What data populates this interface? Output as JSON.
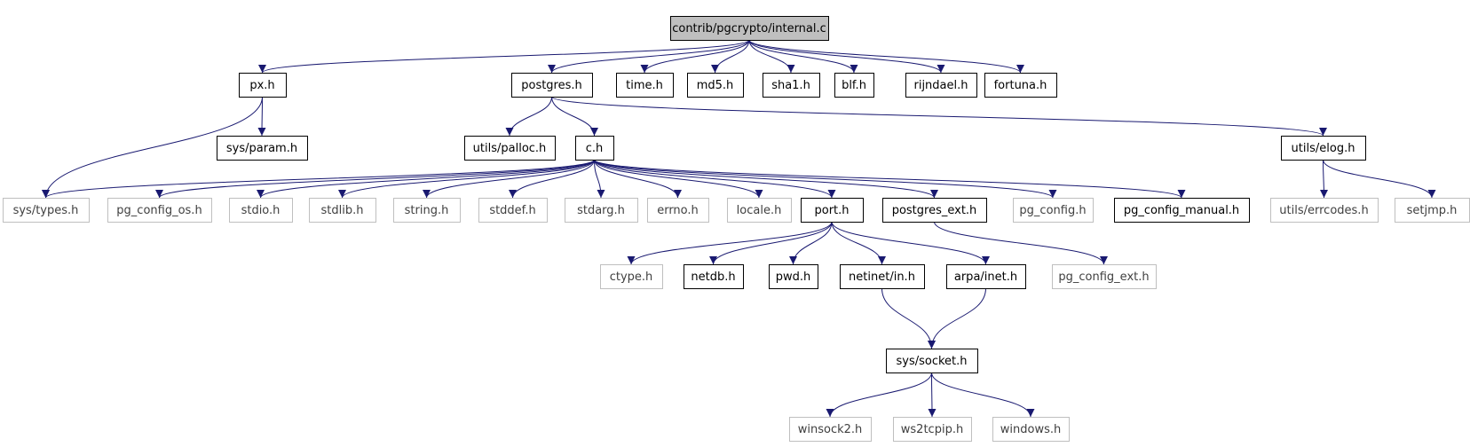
{
  "nodes": [
    {
      "id": "internal",
      "label": "contrib/pgcrypto/internal.c",
      "style": "root"
    },
    {
      "id": "px",
      "label": "px.h",
      "style": "found"
    },
    {
      "id": "postgres",
      "label": "postgres.h",
      "style": "found"
    },
    {
      "id": "time",
      "label": "time.h",
      "style": "found"
    },
    {
      "id": "md5",
      "label": "md5.h",
      "style": "found"
    },
    {
      "id": "sha1",
      "label": "sha1.h",
      "style": "found"
    },
    {
      "id": "blf",
      "label": "blf.h",
      "style": "found"
    },
    {
      "id": "rijndael",
      "label": "rijndael.h",
      "style": "found"
    },
    {
      "id": "fortuna",
      "label": "fortuna.h",
      "style": "found"
    },
    {
      "id": "sysparam",
      "label": "sys/param.h",
      "style": "found"
    },
    {
      "id": "palloc",
      "label": "utils/palloc.h",
      "style": "found"
    },
    {
      "id": "ch",
      "label": "c.h",
      "style": "found"
    },
    {
      "id": "elog",
      "label": "utils/elog.h",
      "style": "found"
    },
    {
      "id": "systypes",
      "label": "sys/types.h",
      "style": "missing"
    },
    {
      "id": "pgconfigos",
      "label": "pg_config_os.h",
      "style": "missing"
    },
    {
      "id": "stdio",
      "label": "stdio.h",
      "style": "missing"
    },
    {
      "id": "stdlib",
      "label": "stdlib.h",
      "style": "missing"
    },
    {
      "id": "string",
      "label": "string.h",
      "style": "missing"
    },
    {
      "id": "stddef",
      "label": "stddef.h",
      "style": "missing"
    },
    {
      "id": "stdarg",
      "label": "stdarg.h",
      "style": "missing"
    },
    {
      "id": "errno",
      "label": "errno.h",
      "style": "missing"
    },
    {
      "id": "locale",
      "label": "locale.h",
      "style": "missing"
    },
    {
      "id": "port",
      "label": "port.h",
      "style": "found"
    },
    {
      "id": "postgresext",
      "label": "postgres_ext.h",
      "style": "found"
    },
    {
      "id": "pgconfig",
      "label": "pg_config.h",
      "style": "missing"
    },
    {
      "id": "pgconfigmanual",
      "label": "pg_config_manual.h",
      "style": "found"
    },
    {
      "id": "errcodes",
      "label": "utils/errcodes.h",
      "style": "missing"
    },
    {
      "id": "setjmp",
      "label": "setjmp.h",
      "style": "missing"
    },
    {
      "id": "ctype",
      "label": "ctype.h",
      "style": "missing"
    },
    {
      "id": "netdb",
      "label": "netdb.h",
      "style": "found"
    },
    {
      "id": "pwd",
      "label": "pwd.h",
      "style": "found"
    },
    {
      "id": "netinet",
      "label": "netinet/in.h",
      "style": "found"
    },
    {
      "id": "arpainet",
      "label": "arpa/inet.h",
      "style": "found"
    },
    {
      "id": "pgconfigext",
      "label": "pg_config_ext.h",
      "style": "missing"
    },
    {
      "id": "syssocket",
      "label": "sys/socket.h",
      "style": "found"
    },
    {
      "id": "winsock2",
      "label": "winsock2.h",
      "style": "missing"
    },
    {
      "id": "ws2tcpip",
      "label": "ws2tcpip.h",
      "style": "missing"
    },
    {
      "id": "windows",
      "label": "windows.h",
      "style": "missing"
    }
  ],
  "edges": [
    [
      "internal",
      "px"
    ],
    [
      "internal",
      "postgres"
    ],
    [
      "internal",
      "time"
    ],
    [
      "internal",
      "md5"
    ],
    [
      "internal",
      "sha1"
    ],
    [
      "internal",
      "blf"
    ],
    [
      "internal",
      "rijndael"
    ],
    [
      "internal",
      "fortuna"
    ],
    [
      "px",
      "sysparam"
    ],
    [
      "px",
      "systypes"
    ],
    [
      "postgres",
      "palloc"
    ],
    [
      "postgres",
      "ch"
    ],
    [
      "postgres",
      "elog"
    ],
    [
      "ch",
      "systypes"
    ],
    [
      "ch",
      "pgconfigos"
    ],
    [
      "ch",
      "stdio"
    ],
    [
      "ch",
      "stdlib"
    ],
    [
      "ch",
      "string"
    ],
    [
      "ch",
      "stddef"
    ],
    [
      "ch",
      "stdarg"
    ],
    [
      "ch",
      "errno"
    ],
    [
      "ch",
      "locale"
    ],
    [
      "ch",
      "port"
    ],
    [
      "ch",
      "postgresext"
    ],
    [
      "ch",
      "pgconfig"
    ],
    [
      "ch",
      "pgconfigmanual"
    ],
    [
      "elog",
      "errcodes"
    ],
    [
      "elog",
      "setjmp"
    ],
    [
      "port",
      "ctype"
    ],
    [
      "port",
      "netdb"
    ],
    [
      "port",
      "pwd"
    ],
    [
      "port",
      "netinet"
    ],
    [
      "port",
      "arpainet"
    ],
    [
      "postgresext",
      "pgconfigext"
    ],
    [
      "netinet",
      "syssocket"
    ],
    [
      "arpainet",
      "syssocket"
    ],
    [
      "syssocket",
      "winsock2"
    ],
    [
      "syssocket",
      "ws2tcpip"
    ],
    [
      "syssocket",
      "windows"
    ]
  ],
  "colors": {
    "edge": "#191970",
    "found_border": "#000000",
    "missing_border": "#bfbfbf",
    "root_fill": "#bfbfbf",
    "found_text": "#000000",
    "missing_text": "#3f3f3f"
  }
}
